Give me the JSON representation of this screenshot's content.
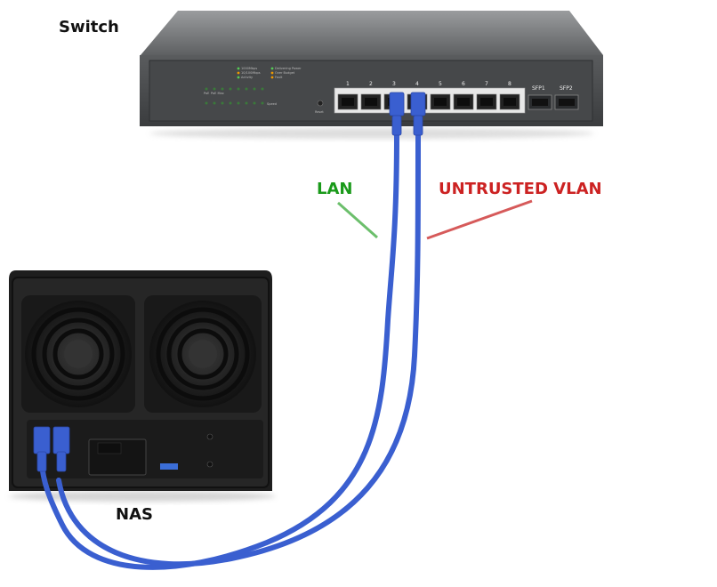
{
  "title_switch": "Switch",
  "title_nas": "NAS",
  "lan": {
    "label": "LAN",
    "color": "#1a9a1a",
    "line_color": "#6cbf6c"
  },
  "vlan": {
    "label": "UNTRUSTED VLAN",
    "color": "#cc2222",
    "line_color": "#d65a5a"
  },
  "cable_color": "#3a5fd0",
  "switch_panel": {
    "port_labels": [
      "1",
      "2",
      "3",
      "4",
      "5",
      "6",
      "7",
      "8"
    ],
    "sfp_labels": [
      "SFP1",
      "SFP2"
    ],
    "legend_left": [
      "1000Mbps",
      "10/100Mbps",
      "Activity"
    ],
    "legend_right": [
      "Delivering Power",
      "Over Budget",
      "Fault"
    ],
    "led_row_labels": [
      "PoE",
      "PoE Max",
      "Speed"
    ],
    "reset_label": "Reset"
  }
}
